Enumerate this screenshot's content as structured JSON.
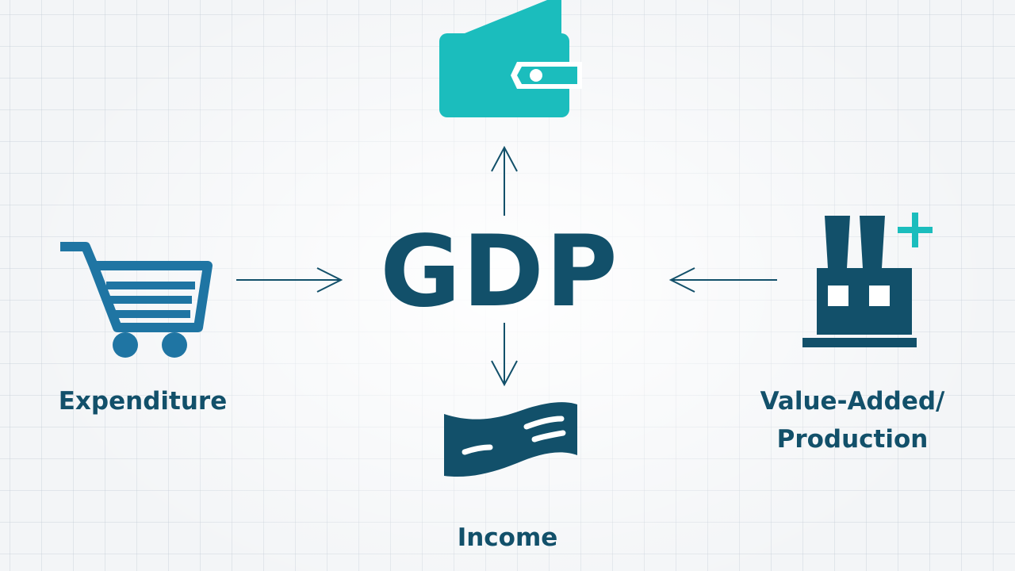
{
  "center": {
    "label": "GDP"
  },
  "nodes": {
    "expenditure": {
      "label": "Expenditure",
      "icon": "shopping-cart-icon"
    },
    "value_added": {
      "line1": "Value-Added/",
      "line2": "Production",
      "icon": "factory-plus-icon"
    },
    "income": {
      "label": "Income",
      "icon": "banknote-icon"
    },
    "top": {
      "icon": "wallet-icon"
    }
  },
  "colors": {
    "primary": "#12506a",
    "teal": "#1bbdbd",
    "icon_blue": "#1f75a3",
    "grid": "#dde3e8"
  }
}
